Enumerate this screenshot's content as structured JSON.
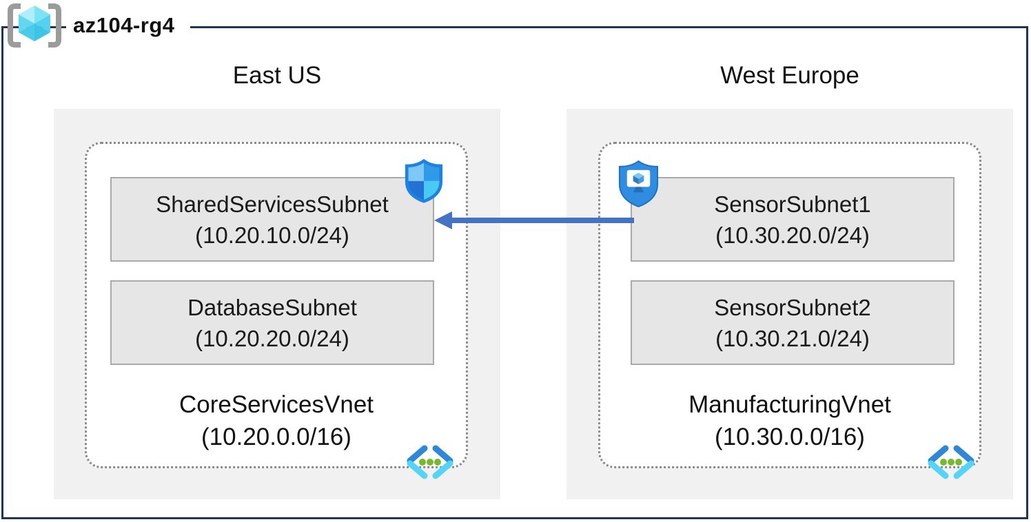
{
  "header": {
    "title": "az104-rg4",
    "icon": "resource-group-icon"
  },
  "regions": [
    {
      "name": "East US",
      "vnet": {
        "name": "CoreServicesVnet",
        "cidr": "(10.20.0.0/16)",
        "icon": "virtual-network-icon"
      },
      "subnets": [
        {
          "name": "SharedServicesSubnet",
          "cidr": "(10.20.10.0/24)",
          "badge_icon": "network-security-shield-icon"
        },
        {
          "name": "DatabaseSubnet",
          "cidr": "(10.20.20.0/24)"
        }
      ]
    },
    {
      "name": "West Europe",
      "vnet": {
        "name": "ManufacturingVnet",
        "cidr": "(10.30.0.0/16)",
        "icon": "virtual-network-icon"
      },
      "subnets": [
        {
          "name": "SensorSubnet1",
          "cidr": "(10.30.20.0/24)",
          "badge_icon": "bastion-shield-icon"
        },
        {
          "name": "SensorSubnet2",
          "cidr": "(10.30.21.0/24)"
        }
      ]
    }
  ],
  "connection": {
    "from": "SensorSubnet1",
    "to": "SharedServicesSubnet",
    "direction": "right-to-left",
    "color": "#4472c4"
  },
  "colors": {
    "frame": "#1f3553",
    "region_background": "#f1f1f2",
    "subnet_background": "#e6e6e6",
    "subnet_border": "#a9a9a9",
    "vnet_dotted_border": "#8a8a8a",
    "arrow": "#4472c4"
  }
}
